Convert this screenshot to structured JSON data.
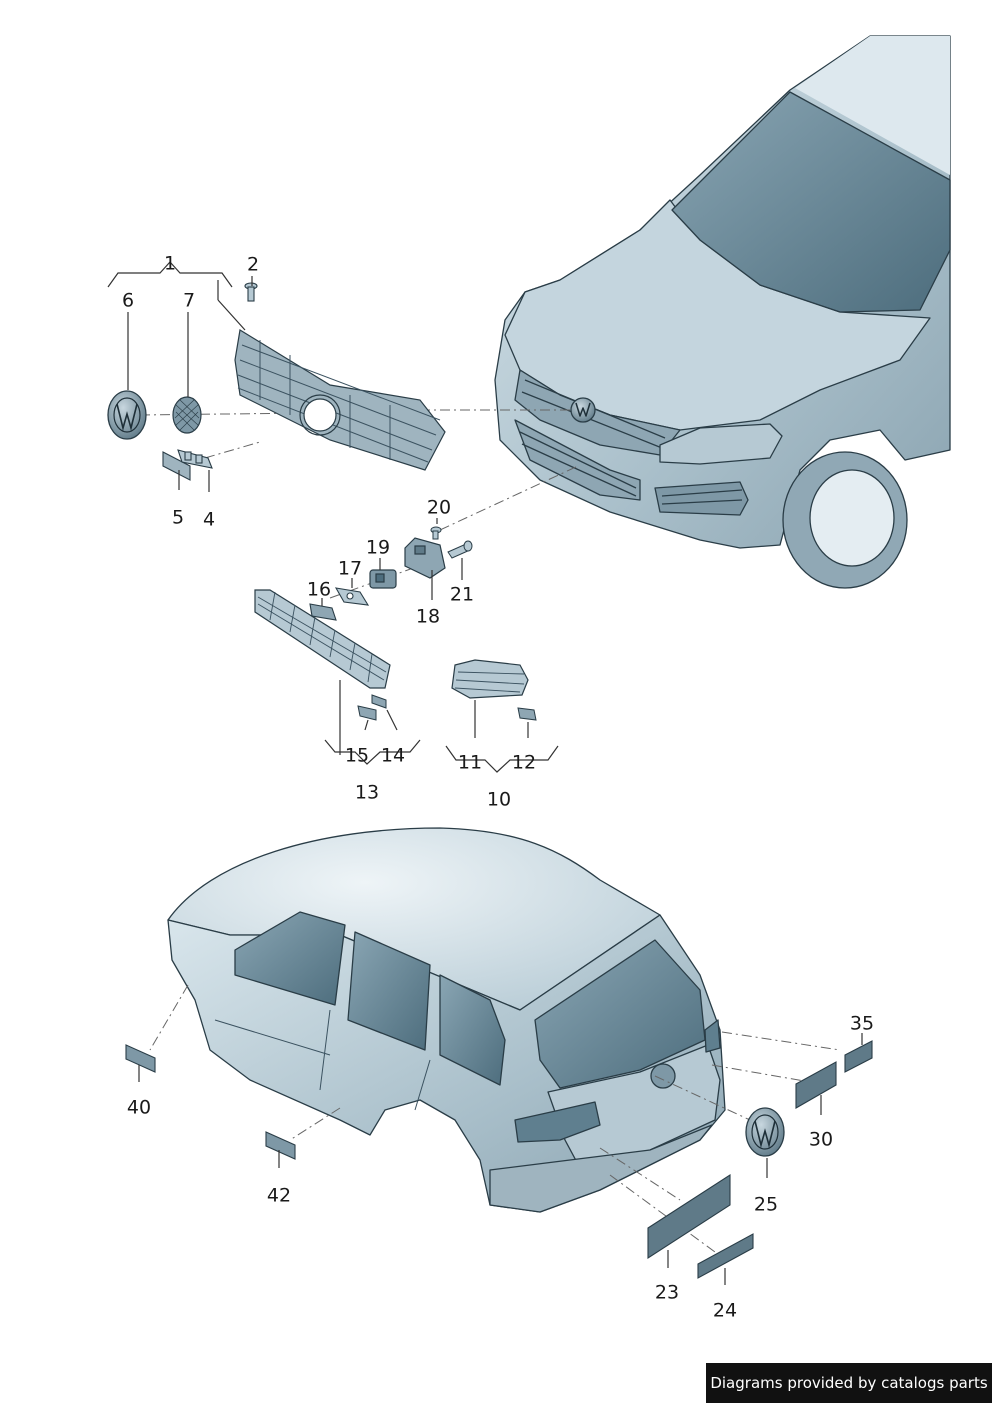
{
  "colors": {
    "body_fill": "#a9bfca",
    "body_light": "#cbdbe3",
    "glass": "#5f7f8f",
    "part_fill": "#9fb4bf",
    "outline": "#2a3d47",
    "leader": "#333333",
    "credit_bg": "#111111",
    "credit_text": "#ffffff"
  },
  "icons": {
    "vw_emblem": "vw-emblem-icon"
  },
  "callouts": [
    {
      "id": "c1",
      "text": "1"
    },
    {
      "id": "c2",
      "text": "2"
    },
    {
      "id": "c6",
      "text": "6"
    },
    {
      "id": "c7",
      "text": "7"
    },
    {
      "id": "c5",
      "text": "5"
    },
    {
      "id": "c4",
      "text": "4"
    },
    {
      "id": "c20",
      "text": "20"
    },
    {
      "id": "c19",
      "text": "19"
    },
    {
      "id": "c17",
      "text": "17"
    },
    {
      "id": "c16",
      "text": "16"
    },
    {
      "id": "c21",
      "text": "21"
    },
    {
      "id": "c18",
      "text": "18"
    },
    {
      "id": "c15",
      "text": "15"
    },
    {
      "id": "c14",
      "text": "14"
    },
    {
      "id": "c13",
      "text": "13"
    },
    {
      "id": "c11",
      "text": "11"
    },
    {
      "id": "c12",
      "text": "12"
    },
    {
      "id": "c10",
      "text": "10"
    },
    {
      "id": "c35",
      "text": "35"
    },
    {
      "id": "c40",
      "text": "40"
    },
    {
      "id": "c30",
      "text": "30"
    },
    {
      "id": "c25",
      "text": "25"
    },
    {
      "id": "c42",
      "text": "42"
    },
    {
      "id": "c23",
      "text": "23"
    },
    {
      "id": "c24",
      "text": "24"
    }
  ],
  "footer": {
    "credit": "Diagrams provided by catalogs parts"
  }
}
